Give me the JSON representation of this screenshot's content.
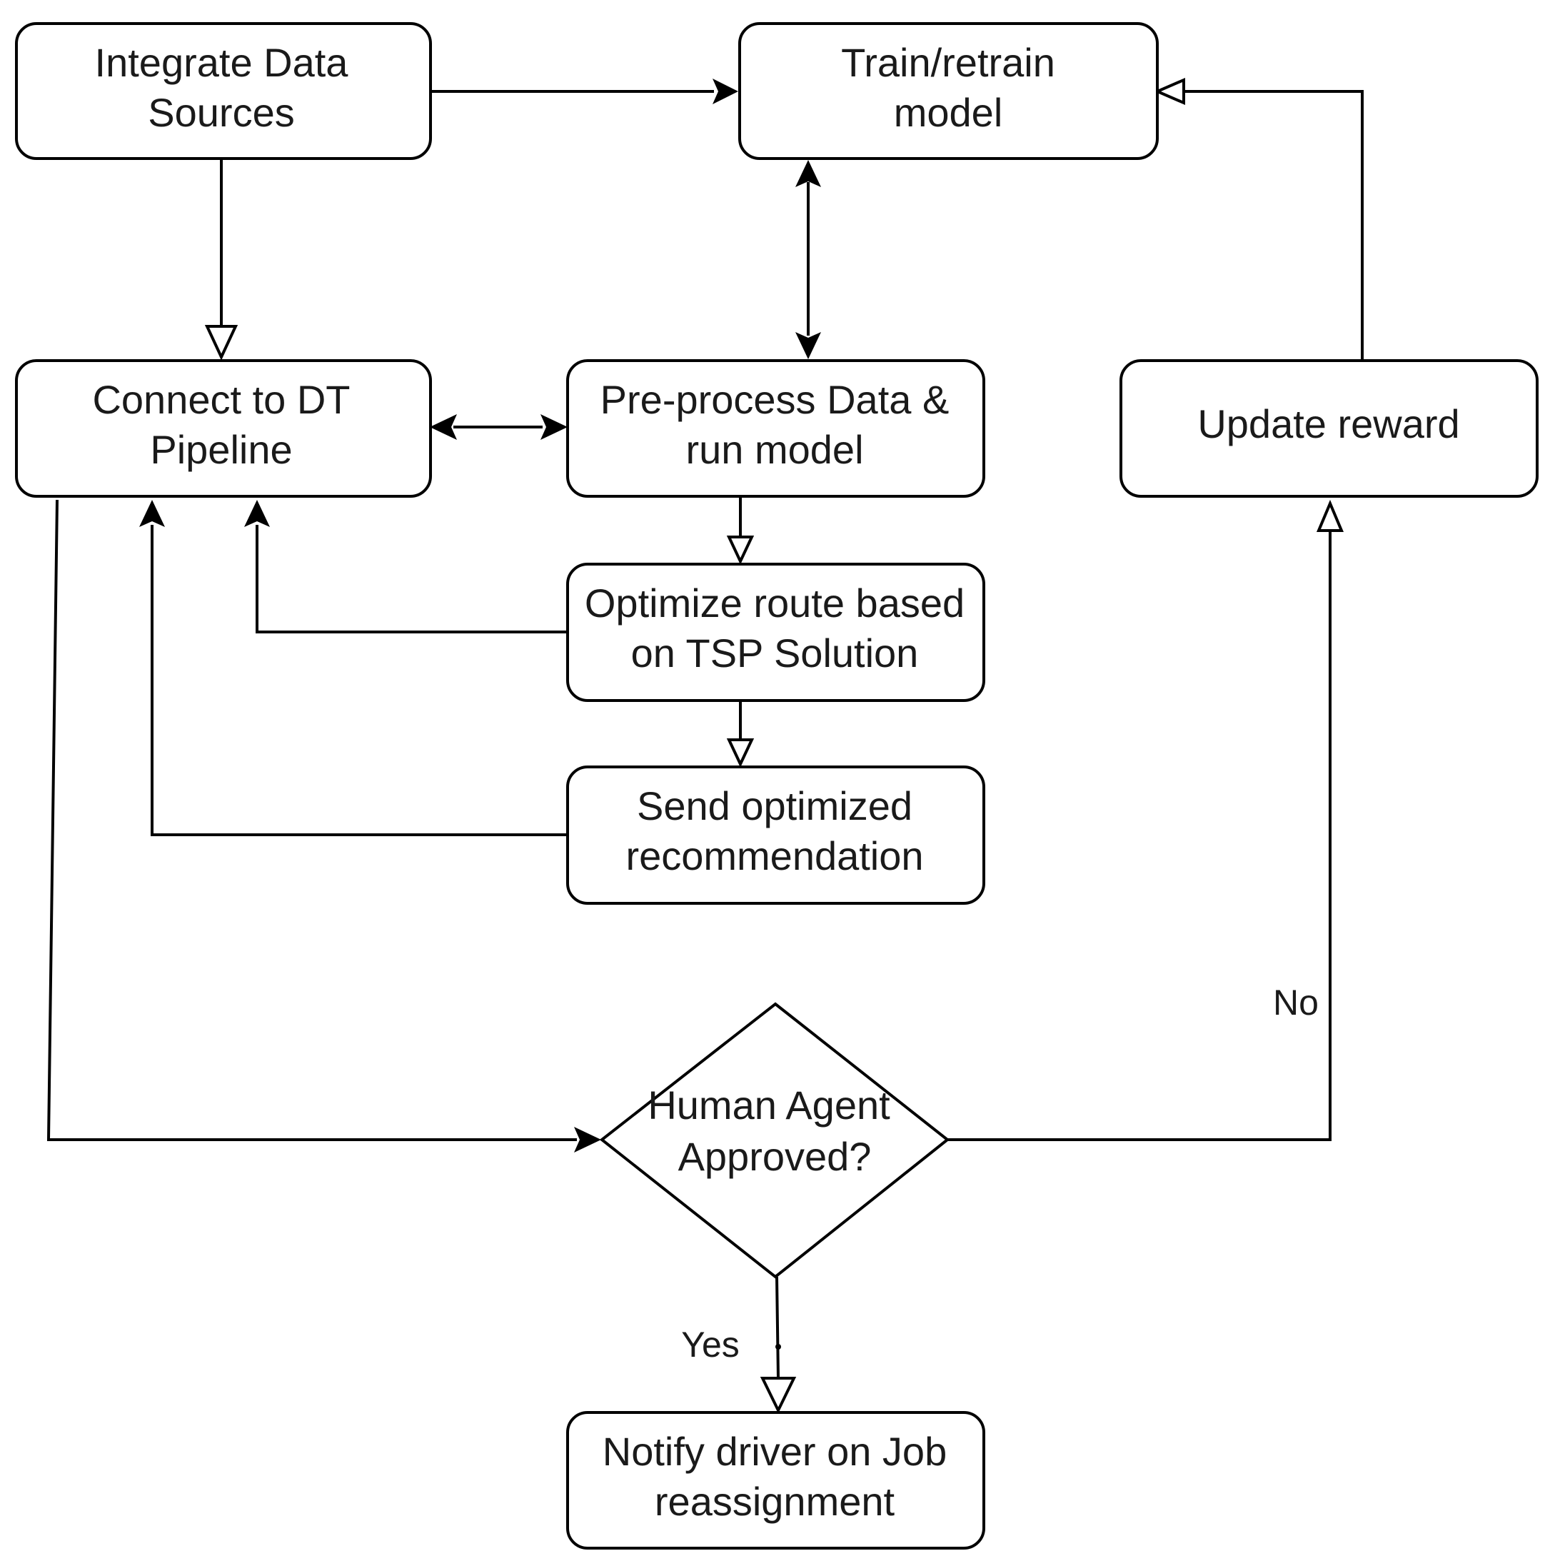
{
  "diagram": {
    "nodes": {
      "integrate": {
        "lines": [
          "Integrate Data",
          "Sources"
        ]
      },
      "train": {
        "lines": [
          "Train/retrain",
          "model"
        ]
      },
      "connect": {
        "lines": [
          "Connect to DT",
          "Pipeline"
        ]
      },
      "preprocess": {
        "lines": [
          "Pre-process Data &",
          "run model"
        ]
      },
      "update": {
        "lines": [
          "Update reward"
        ]
      },
      "optimize": {
        "lines": [
          "Optimize route based",
          "on TSP Solution"
        ]
      },
      "send": {
        "lines": [
          "Send optimized",
          "recommendation"
        ]
      },
      "decision": {
        "lines": [
          "Human Agent",
          "Approved?"
        ]
      },
      "notify": {
        "lines": [
          "Notify driver on Job",
          "reassignment"
        ]
      }
    },
    "edge_labels": {
      "no": "No",
      "yes": "Yes"
    },
    "colors": {
      "stroke": "#000000",
      "fill": "#ffffff",
      "text": "#1a1a1a"
    }
  }
}
